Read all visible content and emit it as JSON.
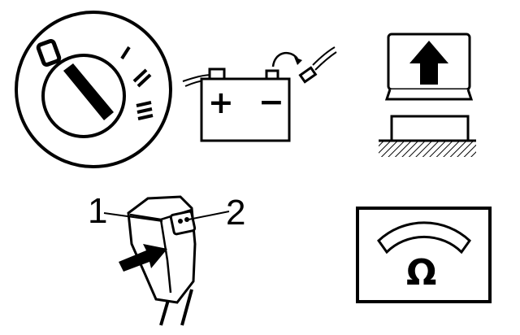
{
  "switch_positions": [
    "0",
    "I",
    "II",
    "III"
  ],
  "battery": {
    "plus_symbol": "+",
    "minus_symbol": "−"
  },
  "connector_callouts": {
    "label_1": "1",
    "label_2": "2"
  },
  "meter": {
    "unit_symbol": "Ω"
  },
  "icons": [
    "ignition-switch-icon",
    "battery-disconnect-icon",
    "press-button-icon",
    "connector-pin-icon",
    "ohmmeter-icon"
  ],
  "colors": {
    "ink": "#000000",
    "paper": "#ffffff"
  }
}
